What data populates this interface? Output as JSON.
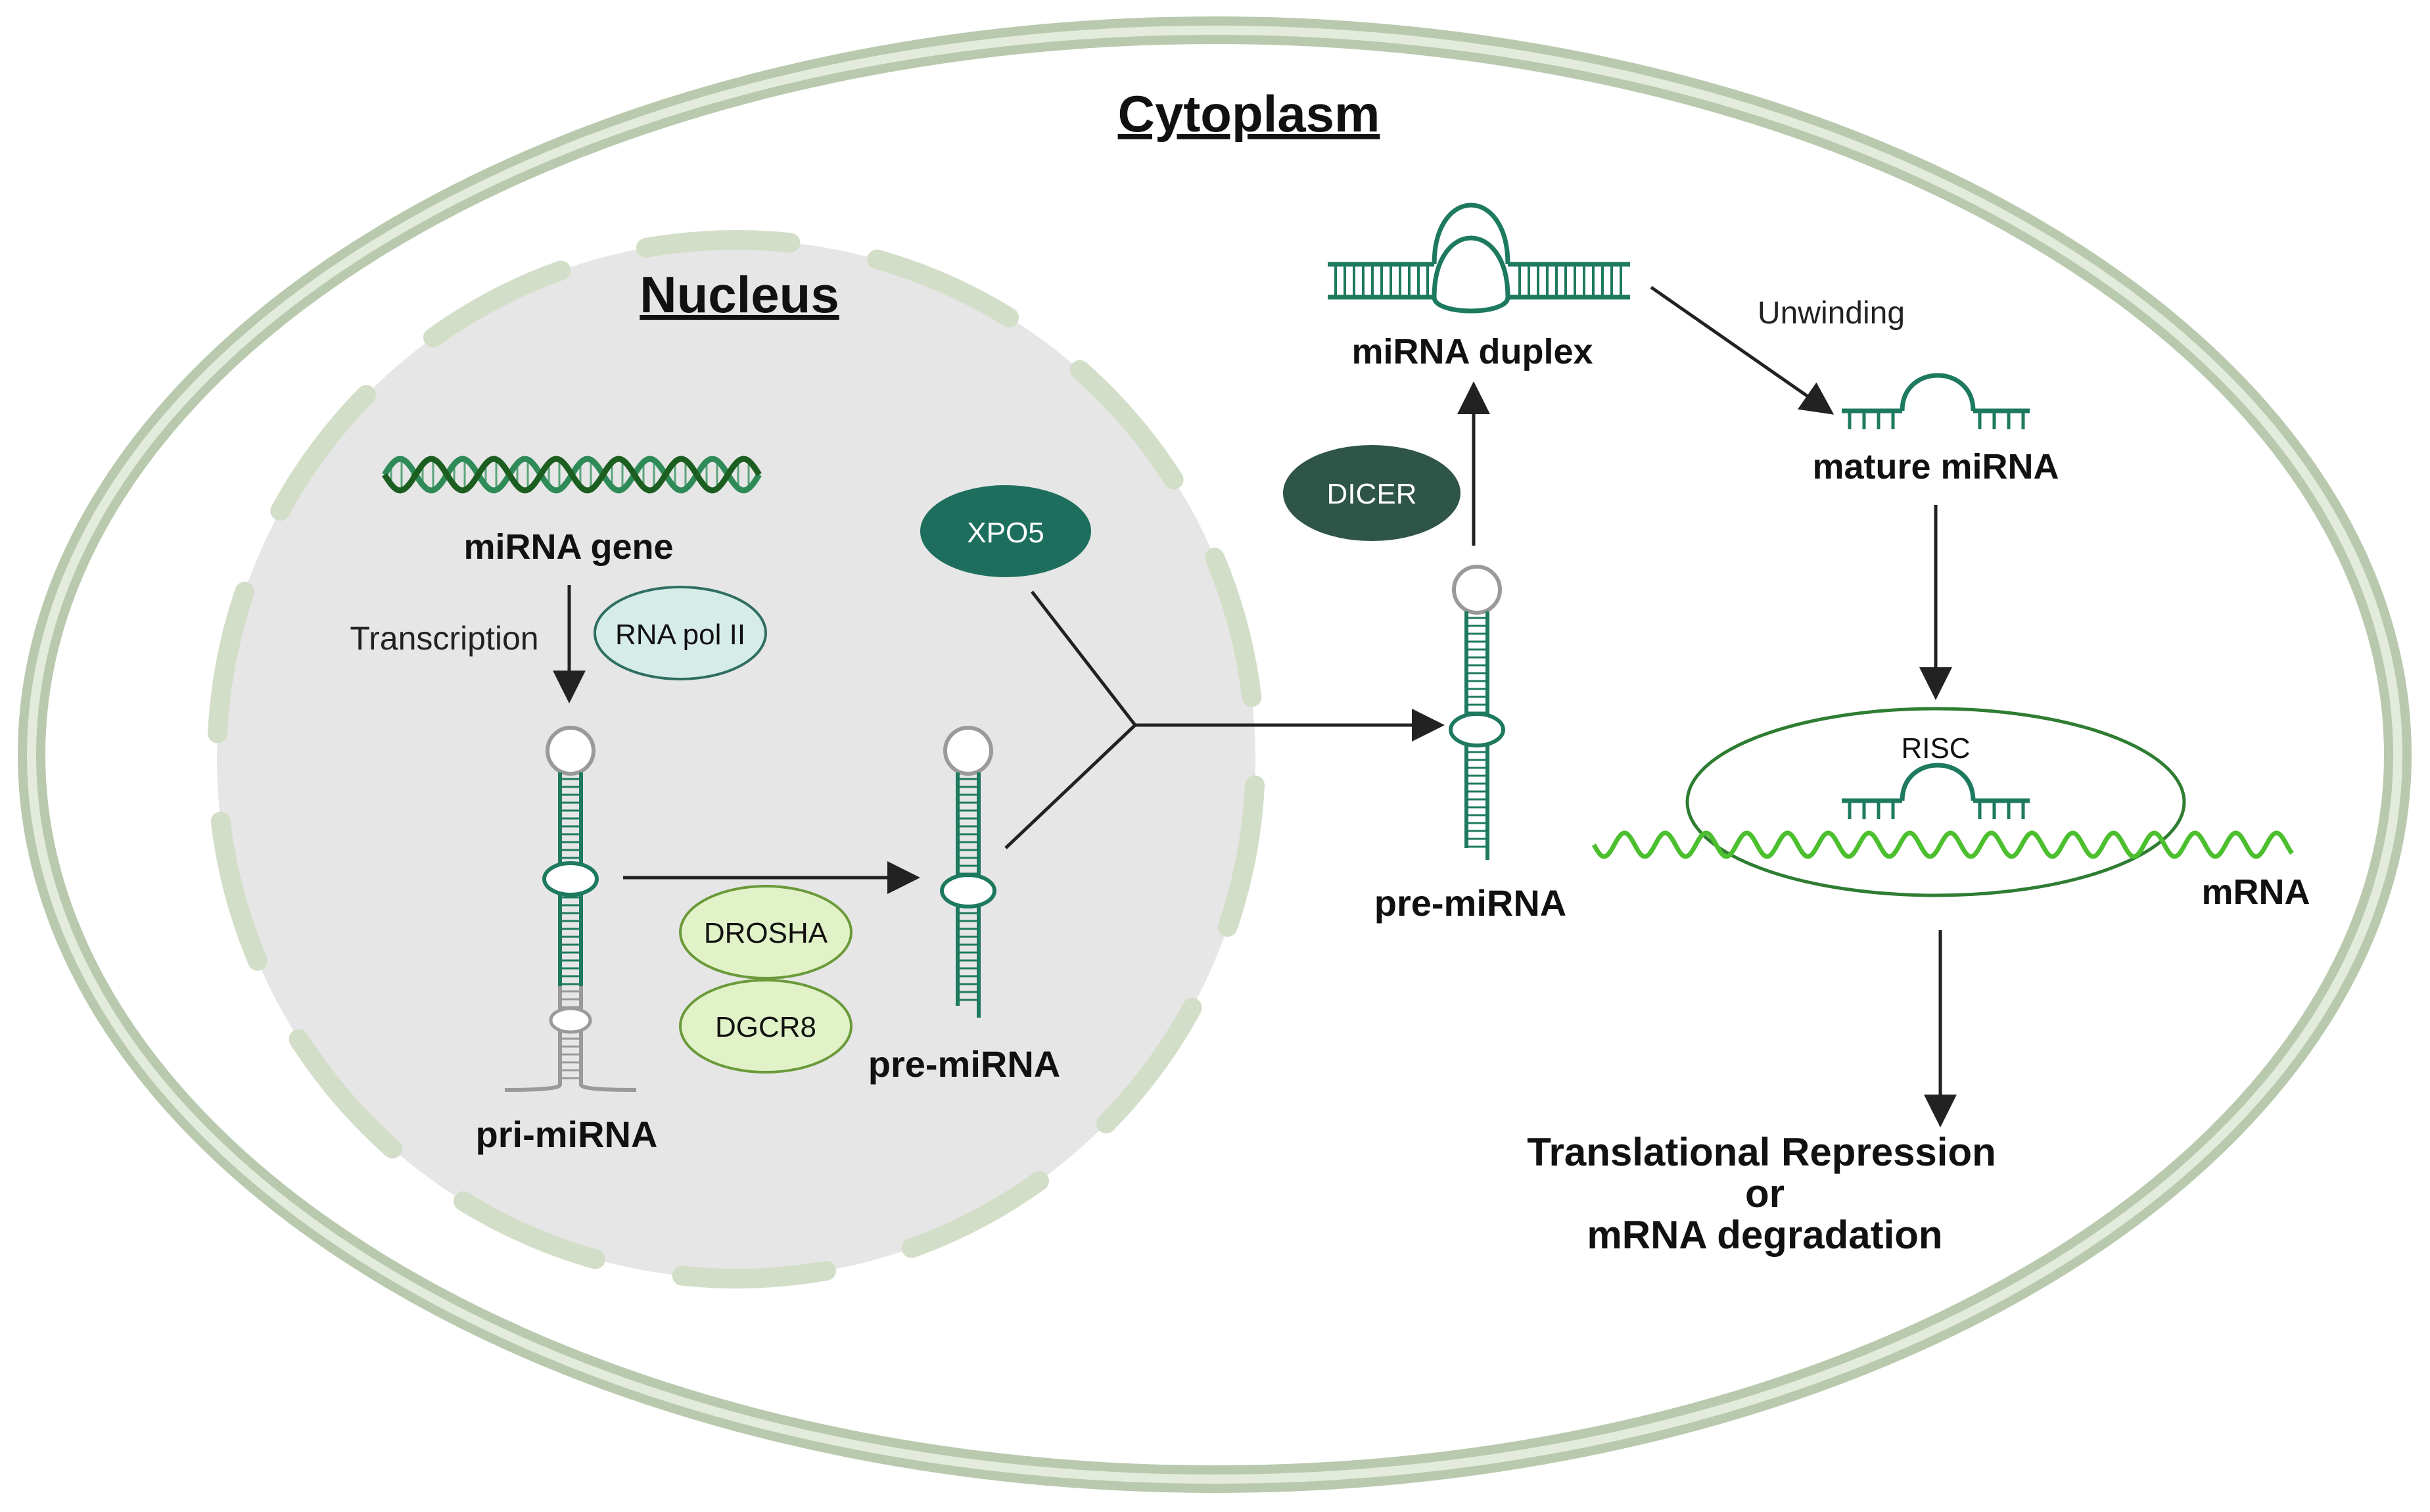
{
  "titles": {
    "cytoplasm": "Cytoplasm",
    "nucleus": "Nucleus"
  },
  "labels": {
    "mirna_gene": "miRNA gene",
    "transcription": "Transcription",
    "pri_mirna": "pri-miRNA",
    "pre_mirna_nucleus": "pre-miRNA",
    "pre_mirna_cytoplasm": "pre-miRNA",
    "mirna_duplex": "miRNA duplex",
    "unwinding": "Unwinding",
    "mature_mirna": "mature miRNA",
    "mrna": "mRNA",
    "outcome_line1": "Translational Repression",
    "outcome_line2": "or",
    "outcome_line3": "mRNA degradation"
  },
  "proteins": {
    "rna_pol_ii": "RNA pol II",
    "drosha": "DROSHA",
    "dgcr8": "DGCR8",
    "xpo5": "XPO5",
    "dicer": "DICER",
    "risc": "RISC"
  },
  "colors": {
    "membrane_outer": "#b9c9ae",
    "membrane_inner": "#e3ebdc",
    "nucleus_fill": "#e6e6e6",
    "nuclear_envelope": "#d3dec9",
    "rna_green": "#1d7a5f",
    "stem_gray": "#9a9a9a",
    "dna_dark": "#1b5e20",
    "dna_light": "#2e8b57",
    "mrna_green": "#4cbf2e",
    "risc_outline": "#2e7d32",
    "rna_pol_fill": "#d6ece8",
    "drosha_fill": "#e2f2c8",
    "xpo5_fill": "#1e6e5e",
    "dicer_fill": "#2e5547",
    "arrow": "#222222"
  }
}
